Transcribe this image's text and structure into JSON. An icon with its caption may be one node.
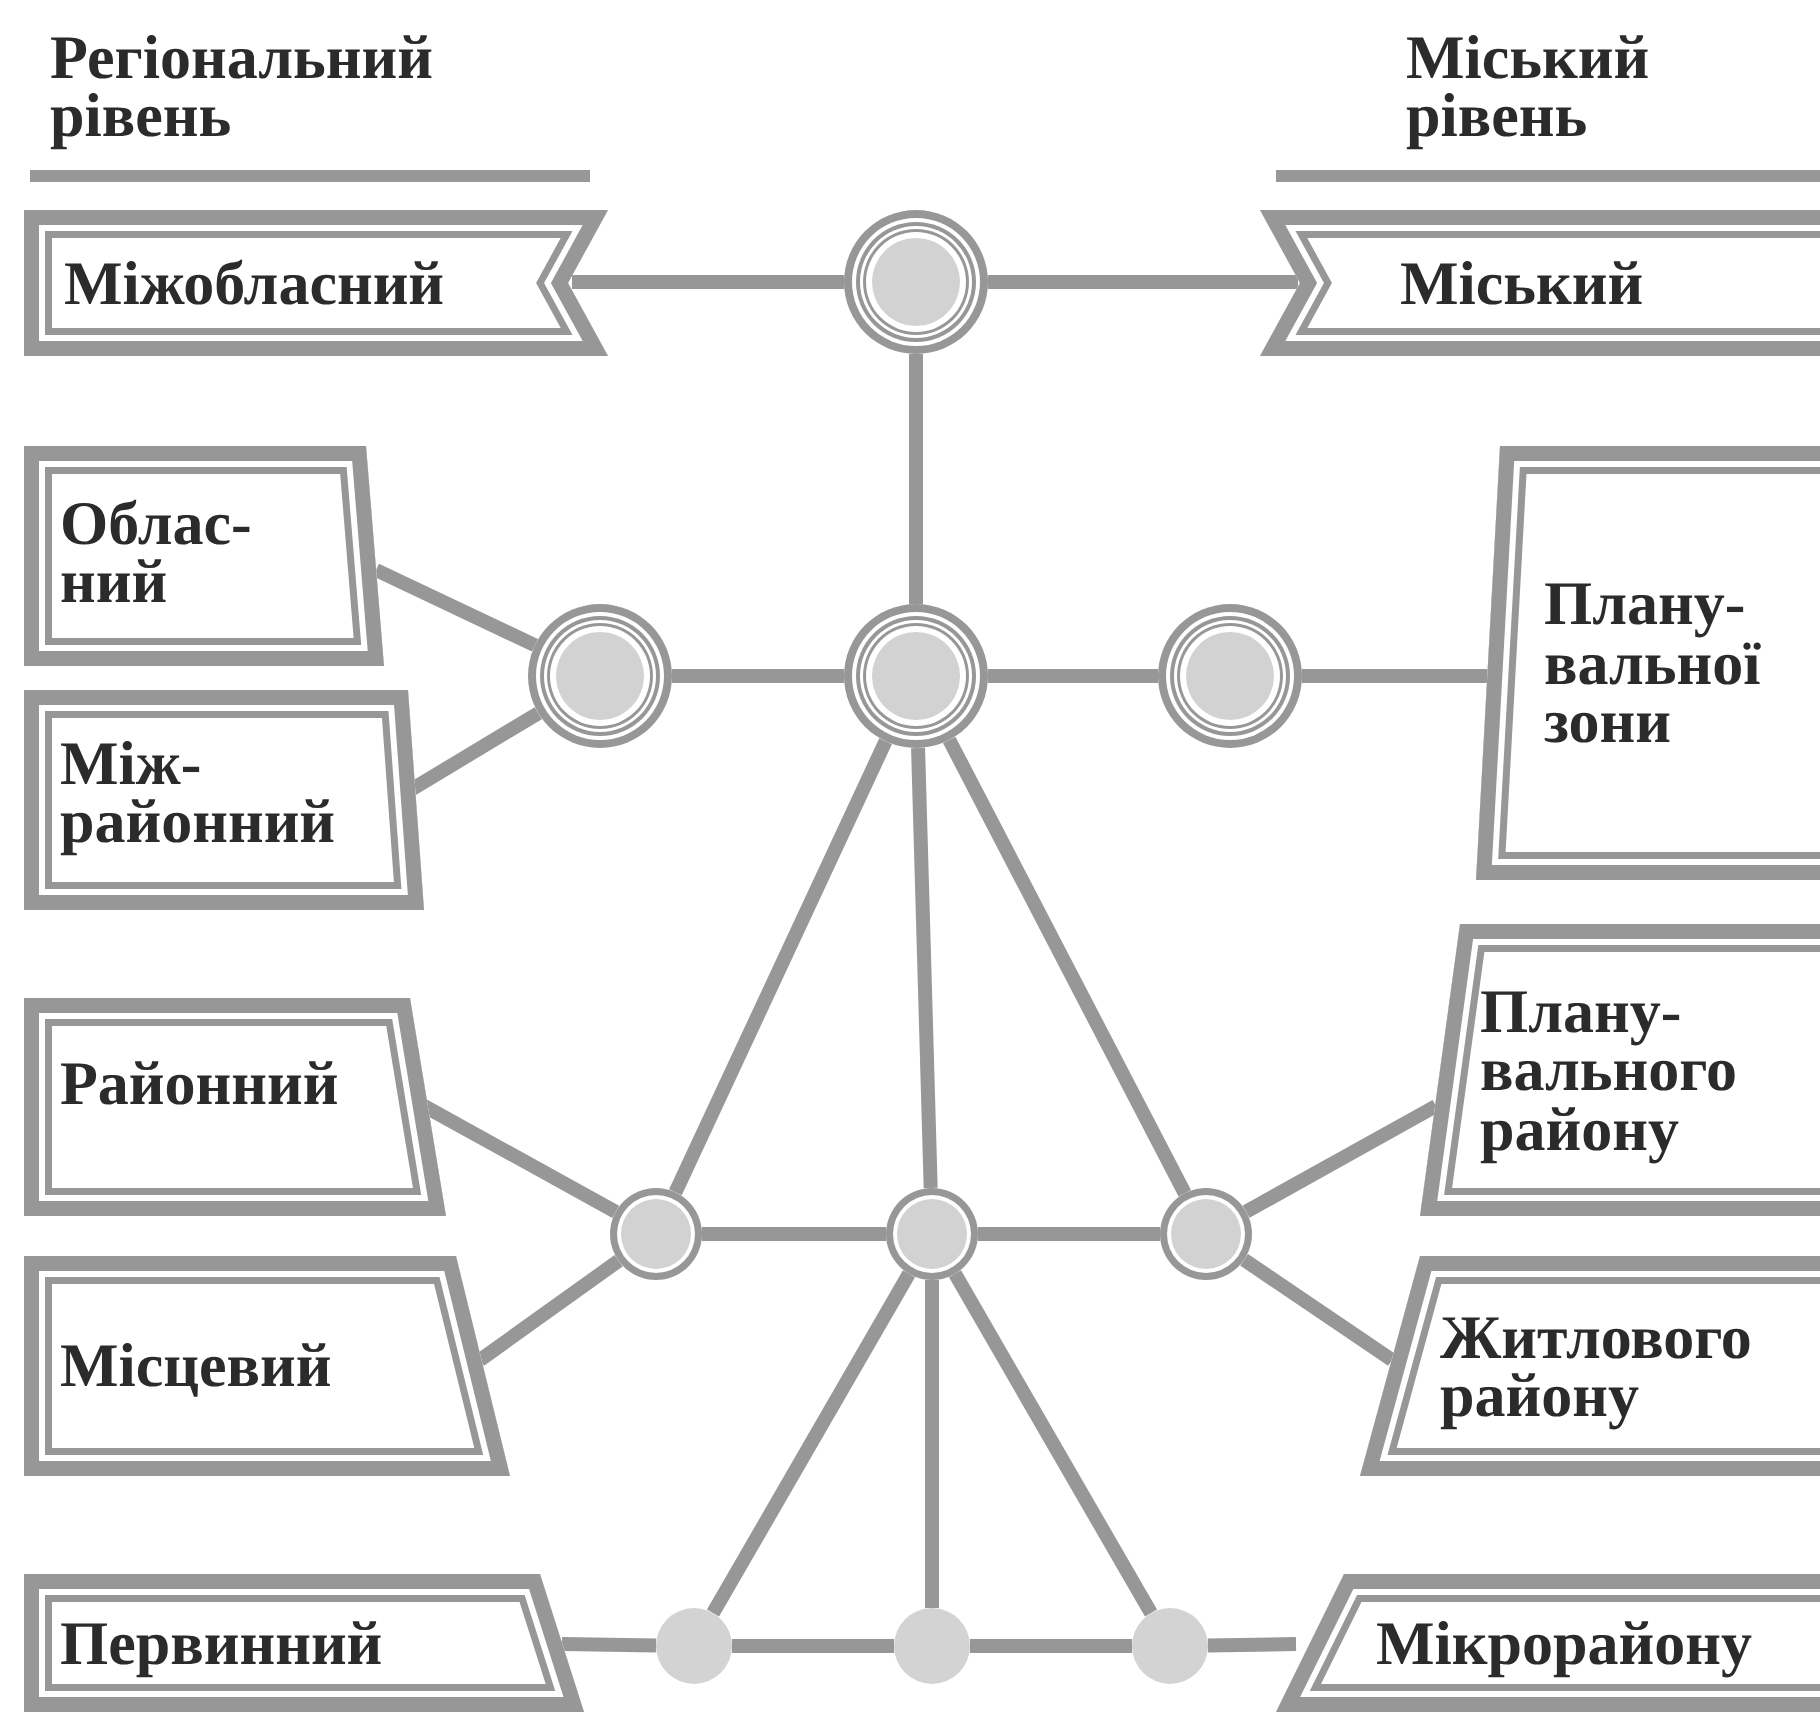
{
  "diagram": {
    "nodes": [
      {
        "text": [
          "Міжобласний"
        ]
      },
      {
        "text": [],
        "shape": "circle"
      },
      {
        "text": [
          "Міський"
        ]
      },
      {
        "text": [
          "Облас-ний"
        ]
      },
      {
        "text": [],
        "shape": "circle"
      },
      {
        "text": [],
        "shape": "circle"
      },
      {
        "text": [],
        "shape": "circle"
      },
      {
        "text": [
          "Плану-вальної зони"
        ]
      },
      {
        "text": [
          "Між-районний"
        ]
      },
      {
        "text": [
          "Районний"
        ]
      },
      {
        "text": [
          "Плану-вального району"
        ]
      },
      {
        "text": [],
        "shape": "circle"
      },
      {
        "text": [],
        "shape": "circle"
      },
      {
        "text": [],
        "shape": "circle"
      },
      {
        "text": [
          "Місцевий"
        ]
      },
      {
        "text": [
          "Житлового району"
        ]
      },
      {
        "text": [
          "Первинний"
        ]
      },
      {
        "text": [],
        "shape": "circle"
      },
      {
        "text": [],
        "shape": "circle"
      },
      {
        "text": [],
        "shape": "circle"
      },
      {
        "text": [
          "Мікрорайону"
        ]
      }
    ],
    "edges": [
      {
        "from": 0,
        "to": 1,
        "arrow": "none"
      },
      {
        "from": 1,
        "to": 2,
        "arrow": "none"
      },
      {
        "from": 1,
        "to": 5,
        "arrow": "none"
      },
      {
        "from": 3,
        "to": 4,
        "arrow": "none"
      },
      {
        "from": 8,
        "to": 4,
        "arrow": "none"
      },
      {
        "from": 4,
        "to": 5,
        "arrow": "none"
      },
      {
        "from": 5,
        "to": 6,
        "arrow": "none"
      },
      {
        "from": 6,
        "to": 7,
        "arrow": "none"
      },
      {
        "from": 5,
        "to": 11,
        "arrow": "none"
      },
      {
        "from": 5,
        "to": 12,
        "arrow": "none"
      },
      {
        "from": 5,
        "to": 13,
        "arrow": "none"
      },
      {
        "from": 9,
        "to": 11,
        "arrow": "none"
      },
      {
        "from": 14,
        "to": 11,
        "arrow": "none"
      },
      {
        "from": 11,
        "to": 12,
        "arrow": "none"
      },
      {
        "from": 12,
        "to": 13,
        "arrow": "none"
      },
      {
        "from": 13,
        "to": 10,
        "arrow": "none"
      },
      {
        "from": 13,
        "to": 15,
        "arrow": "none"
      },
      {
        "from": 12,
        "to": 17,
        "arrow": "none"
      },
      {
        "from": 12,
        "to": 18,
        "arrow": "none"
      },
      {
        "from": 12,
        "to": 19,
        "arrow": "none"
      },
      {
        "from": 16,
        "to": 17,
        "arrow": "none"
      },
      {
        "from": 17,
        "to": 18,
        "arrow": "none"
      },
      {
        "from": 18,
        "to": 19,
        "arrow": "none"
      },
      {
        "from": 19,
        "to": 20,
        "arrow": "none"
      }
    ],
    "labels": [
      "Регіональний рівень",
      "Міський рівень"
    ]
  }
}
